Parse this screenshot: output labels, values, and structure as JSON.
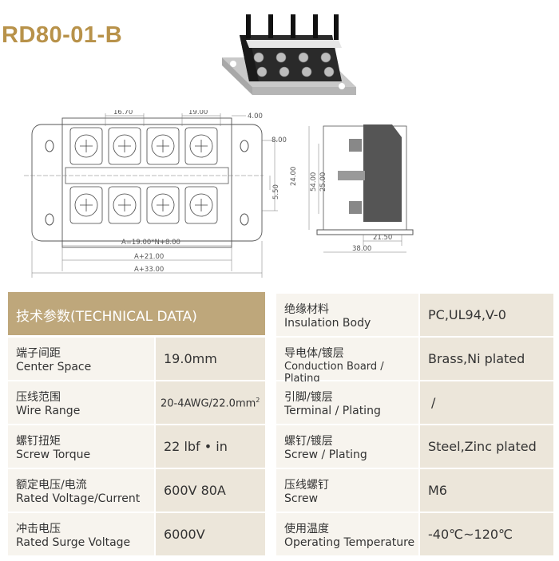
{
  "title": "RD80-01-B",
  "drawing": {
    "dim_pitch": "16.70",
    "dim_pitch2": "19.00",
    "dim_4": "4.00",
    "dim_8": "8.00",
    "dim_24": "24.00",
    "dim_550": "5.50",
    "dim_a1": "A=19.00*N+8.00",
    "dim_a2": "A+21.00",
    "dim_a3": "A+33.00",
    "dim_54": "54.00",
    "dim_25": "25.00",
    "dim_215": "21.50",
    "dim_38": "38.00"
  },
  "table": {
    "header": "技术参数(TECHNICAL DATA)",
    "left": [
      {
        "cn": "端子间距",
        "en": "Center Space",
        "value": "19.0mm"
      },
      {
        "cn": "压线范围",
        "en": "Wire Range",
        "value": "20-4AWG/22.0mm",
        "sup": "2"
      },
      {
        "cn": "螺钉扭矩",
        "en": "Screw Torque",
        "value": "22 lbf • in"
      },
      {
        "cn": "额定电压/电流",
        "en": "Rated Voltage/Current",
        "value": "600V 80A"
      },
      {
        "cn": "冲击电压",
        "en": "Rated Surge Voltage",
        "value": "6000V"
      }
    ],
    "right": [
      {
        "cn": "绝缘材料",
        "en": "Insulation Body",
        "value": "PC,UL94,V-0"
      },
      {
        "cn": "导电体/镀层",
        "en": "Conduction Board / Plating",
        "value": "Brass,Ni plated"
      },
      {
        "cn": "引脚/镀层",
        "en": "Terminal / Plating",
        "value": "/"
      },
      {
        "cn": "螺钉/镀层",
        "en": "Screw / Plating",
        "value": "Steel,Zinc plated"
      },
      {
        "cn": "压线螺钉",
        "en": "Screw",
        "value": "M6"
      },
      {
        "cn": "使用温度",
        "en": "Operating Temperature",
        "value": "-40℃~120℃"
      }
    ]
  }
}
